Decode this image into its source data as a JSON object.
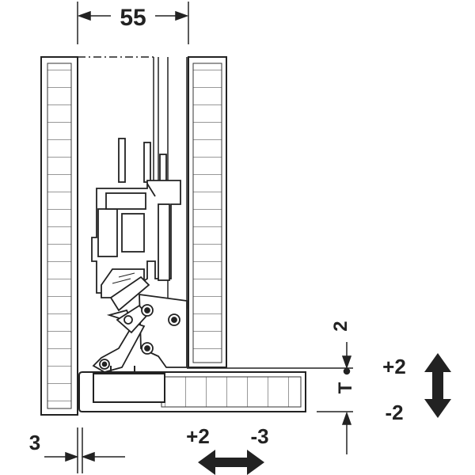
{
  "diagram": {
    "width_label": "55",
    "gap_label": "3",
    "vertical_offset_label": "2",
    "thickness_label": "T",
    "vertical_plus": "+2",
    "vertical_minus": "-2",
    "horizontal_plus": "+2",
    "horizontal_minus": "-3"
  }
}
